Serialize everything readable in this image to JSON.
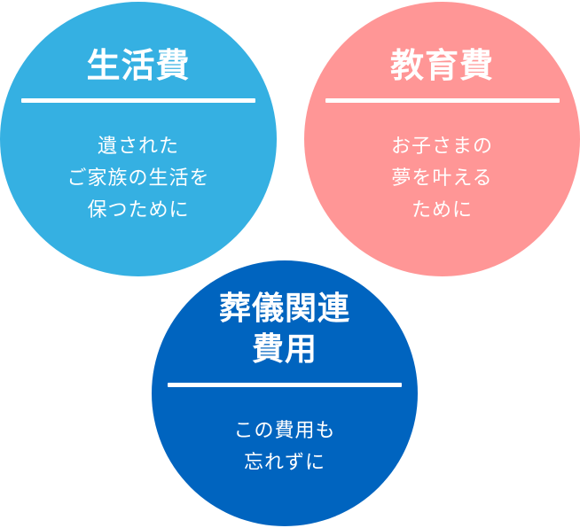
{
  "circles": [
    {
      "title": "生活費",
      "description": "遺された\nご家族の生活を\n保つために",
      "color": "#35b0e2"
    },
    {
      "title": "教育費",
      "description": "お子さまの\n夢を叶える\nために",
      "color": "#ff9696"
    },
    {
      "title": "葬儀関連\n費用",
      "description": "この費用も\n忘れずに",
      "color": "#0064bf"
    }
  ]
}
